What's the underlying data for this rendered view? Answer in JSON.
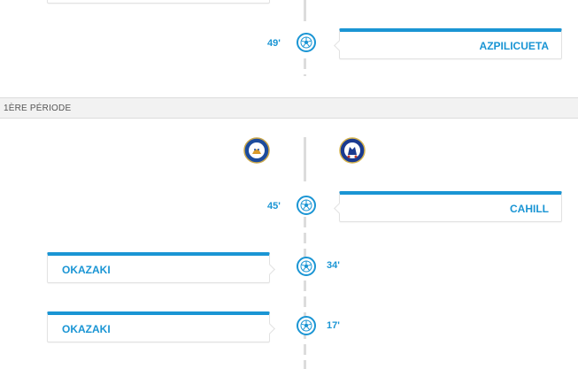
{
  "colors": {
    "accent": "#1a95d4",
    "period_bar": "#f2f2f2",
    "axis": "#dcdcdc"
  },
  "top_events": [
    {
      "minute": "49'",
      "player": "AZPILICUETA",
      "side": "right",
      "icon": "soccer-ball-icon"
    }
  ],
  "period": {
    "label": "1ÈRE PÉRIODE"
  },
  "teams": {
    "home_crest_icon": "leicester-crest-icon",
    "away_crest_icon": "chelsea-crest-icon"
  },
  "events": [
    {
      "minute": "45'",
      "player": "CAHILL",
      "side": "right",
      "icon": "soccer-ball-icon"
    },
    {
      "minute": "34'",
      "player": "OKAZAKI",
      "side": "left",
      "icon": "soccer-ball-icon"
    },
    {
      "minute": "17'",
      "player": "OKAZAKI",
      "side": "left",
      "icon": "soccer-ball-icon"
    }
  ]
}
